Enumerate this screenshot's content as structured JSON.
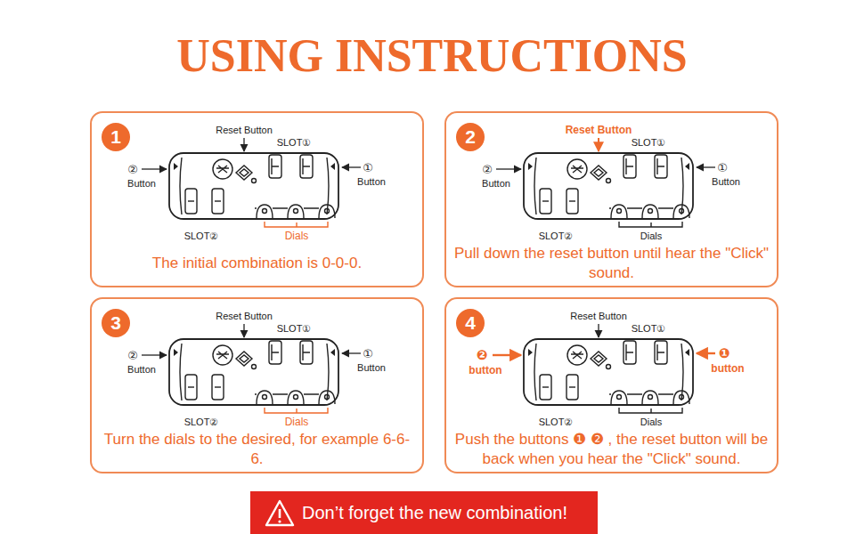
{
  "diagram": {
    "title": "USING INSTRUCTIONS",
    "nodes": [
      {
        "text": [
          "The initial combination is 0-0-0."
        ]
      },
      {
        "text": [
          "1"
        ],
        "in": 0
      },
      {
        "text": [
          "Pull down the reset button until hear the \"Click\" sound."
        ]
      },
      {
        "text": [
          "2"
        ],
        "in": 2
      },
      {
        "text": [
          "Turn the dials to the desired, for example 6-6-6."
        ]
      },
      {
        "text": [
          "3"
        ],
        "in": 4
      },
      {
        "text": [
          "Push the buttons ❶ ❷ , the reset button will be back when you hear the \"Click\" sound."
        ]
      },
      {
        "text": [
          "4"
        ],
        "in": 6
      },
      {
        "text": [
          "Don’t forget the new combination!"
        ]
      }
    ],
    "labels": [
      "Reset Button",
      "SLOT①",
      "②",
      "Button",
      "①",
      "Button",
      "SLOT②",
      "Dials",
      "Reset Button",
      "SLOT①",
      "②",
      "Button",
      "①",
      "Button",
      "SLOT②",
      "Dials",
      "Reset Button",
      "SLOT①",
      "②",
      "Button",
      "①",
      "Button",
      "SLOT②",
      "Dials",
      "Reset Button",
      "SLOT①",
      "❷",
      "button",
      "❶",
      "button",
      "SLOT②",
      "Dials"
    ]
  }
}
